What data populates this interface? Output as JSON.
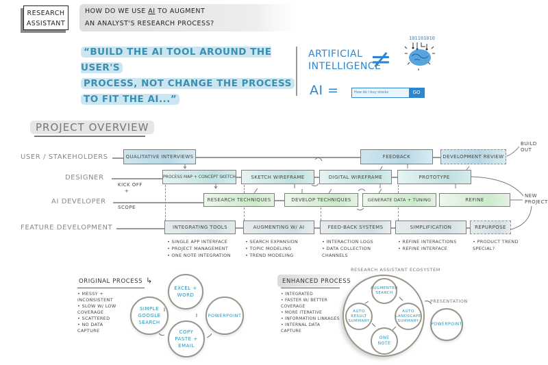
{
  "header": {
    "badge_line1": "Research",
    "badge_line2": "Assistant",
    "question_line1_pre": "How do we use ",
    "question_line1_ai": "AI",
    "question_line1_post": " to augment",
    "question_line2": "an analyst's research process?"
  },
  "quote": {
    "line1": "“Build the AI tool around the user's",
    "line2": "process, not change the process",
    "line3": "to fit the AI...”"
  },
  "ai_definition": {
    "line1": "Artificial",
    "line2": "Intelligence",
    "not_equal": "≠",
    "brain_binary": "101101010",
    "equals_label": "AI =",
    "search_query": "How do I buy stocks",
    "search_button": "GO",
    "accent_color": "#2d86d0"
  },
  "overview": {
    "title": "Project Overview",
    "lanes": [
      {
        "label": "User / Stakeholders"
      },
      {
        "label": "Designer"
      },
      {
        "label": "AI Developer"
      },
      {
        "label": "Feature Development"
      }
    ],
    "kickoff": {
      "line1": "Kick off",
      "line2": "+",
      "line3": "Scope"
    },
    "stakeholder_tasks": [
      "Qualitative Interviews",
      "Feedback",
      "Development Review"
    ],
    "designer_tasks": [
      "Process map + concept sketch",
      "Sketch wireframe",
      "Digital wireframe",
      "Prototype"
    ],
    "developer_tasks": [
      "Research techniques",
      "Develop techniques",
      "Generate data + tuning",
      "Refine"
    ],
    "feature_tasks": [
      "Integrating tools",
      "Augmenting w/ AI",
      "Feed-back systems",
      "Simplification",
      "Repurpose"
    ],
    "build_out": {
      "line1": "Build",
      "line2": "out"
    },
    "new_project": {
      "line1": "New",
      "line2": "project"
    },
    "feature_bullets": [
      [
        "Single app interface",
        "Project management",
        "One note integration"
      ],
      [
        "Search expansion",
        "Topic modeling",
        "Trend modeling"
      ],
      [
        "Interaction logs",
        "Data collection channels"
      ],
      [
        "Refine interactions",
        "Refine interface"
      ],
      [
        "Product trend special?"
      ]
    ],
    "colors": {
      "stakeholder": "#b6d9e6",
      "designer": "#bfe1e0",
      "developer": "#cdeacb",
      "feature": "#d2dde1"
    }
  },
  "original_process": {
    "title": "Original Process",
    "bullets": [
      "Messy + inconsistent",
      "Slow w/ low coverage",
      "Scattered",
      "No data capture"
    ],
    "circles": [
      "Simple Google Search",
      "Excel + Word",
      "Copy paste + email",
      "PowerPoint"
    ]
  },
  "enhanced_process": {
    "title": "Enhanced Process",
    "bullets": [
      "Integrated",
      "Faster w/ better coverage",
      "More iterative",
      "Information linkages",
      "Internal data capture"
    ],
    "ecosystem_label": "Research Assistant Ecosystem",
    "circles": [
      "Augmented Search",
      "Auto result summary",
      "Auto landscape summary",
      "One note"
    ],
    "presentation_label": "Presentation",
    "presentation_circle": "PowerPoint"
  }
}
